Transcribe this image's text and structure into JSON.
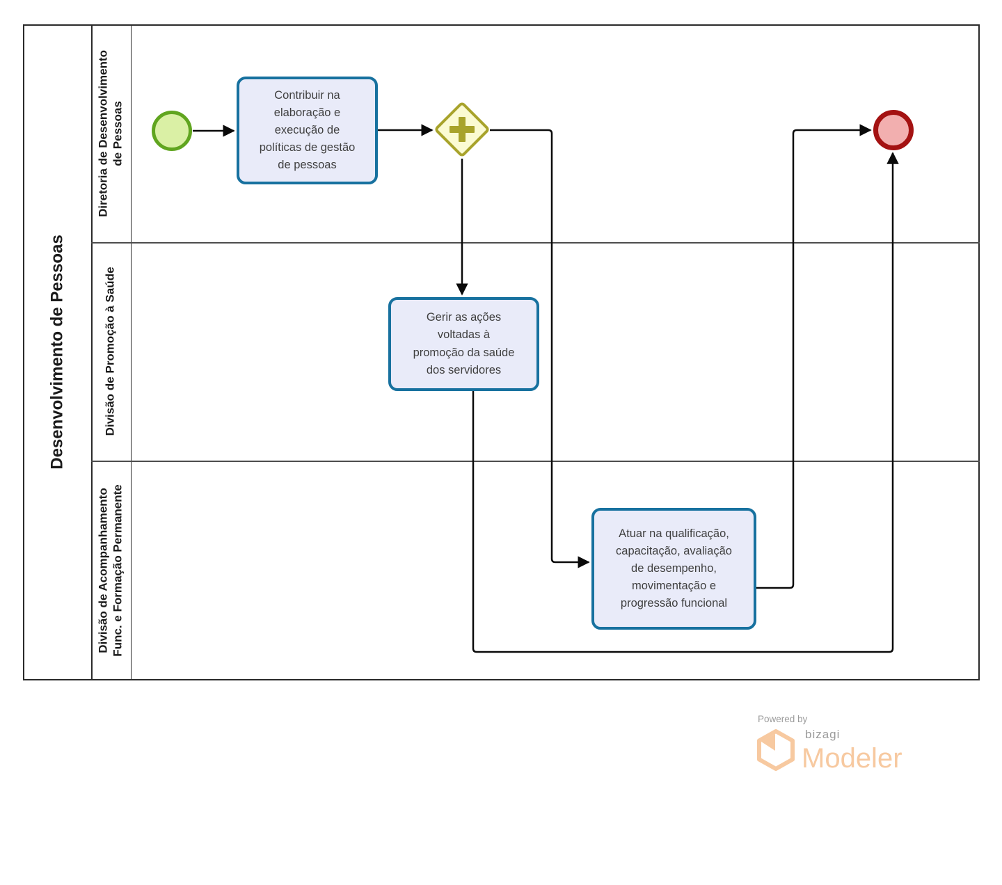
{
  "pool": {
    "title": "Desenvolvimento de Pessoas",
    "lanes": [
      {
        "label": "Diretoria de Desenvolvimento\nde Pessoas"
      },
      {
        "label": "Divisão de Promoção à Saúde"
      },
      {
        "label": "Divisão de Acompanhamento\nFunc. e Formação Permanente"
      }
    ]
  },
  "tasks": [
    {
      "text": "Contribuir na elaboração e execução de políticas de gestão de pessoas"
    },
    {
      "text": "Gerir as ações voltadas à promoção da saúde dos servidores"
    },
    {
      "text": "Atuar na qualificação, capacitação, avaliação de desempenho, movimentação e progressão funcional"
    }
  ],
  "events": {
    "start": "start-event",
    "end": "end-event"
  },
  "gateway": {
    "type": "parallel",
    "symbol": "plus"
  },
  "branding": {
    "powered_by": "Powered by",
    "brand": "bizagi",
    "product": "Modeler"
  },
  "colors": {
    "task_border": "#17719f",
    "task_fill": "#e9ebf9",
    "event_start_border": "#60a51f",
    "event_start_fill": "#daf0a5",
    "event_end_border": "#a41212",
    "event_end_fill": "#f2afaf",
    "gateway_border": "#a8a32b",
    "gateway_fill": "#fbfbd2",
    "flow": "#0a0a0a",
    "lane_line": "#4d4d4d",
    "pool_border": "#2a2a2a",
    "text": "#3f3f3f",
    "brand_orange": "#f7c9a0",
    "brand_gray": "#9b9b9b"
  }
}
